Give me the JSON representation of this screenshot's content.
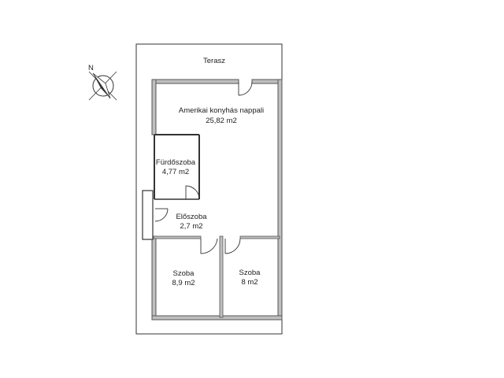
{
  "colors": {
    "wall": "#555555",
    "wall_fill": "#bfbfbf",
    "line": "#333333",
    "text": "#222222",
    "background": "#ffffff"
  },
  "compass": {
    "icon": "north-arrow-icon",
    "letter": "N"
  },
  "rooms": {
    "terrace": {
      "name": "Terasz"
    },
    "living": {
      "name": "Amerikai konyhás nappali",
      "area": "25,82 m2"
    },
    "bathroom": {
      "name": "Fürdőszoba",
      "area": "4,77 m2"
    },
    "hallway": {
      "name": "Előszoba",
      "area": "2,7 m2"
    },
    "room_left": {
      "name": "Szoba",
      "area": "8,9 m2"
    },
    "room_right": {
      "name": "Szoba",
      "area": "8 m2"
    }
  }
}
